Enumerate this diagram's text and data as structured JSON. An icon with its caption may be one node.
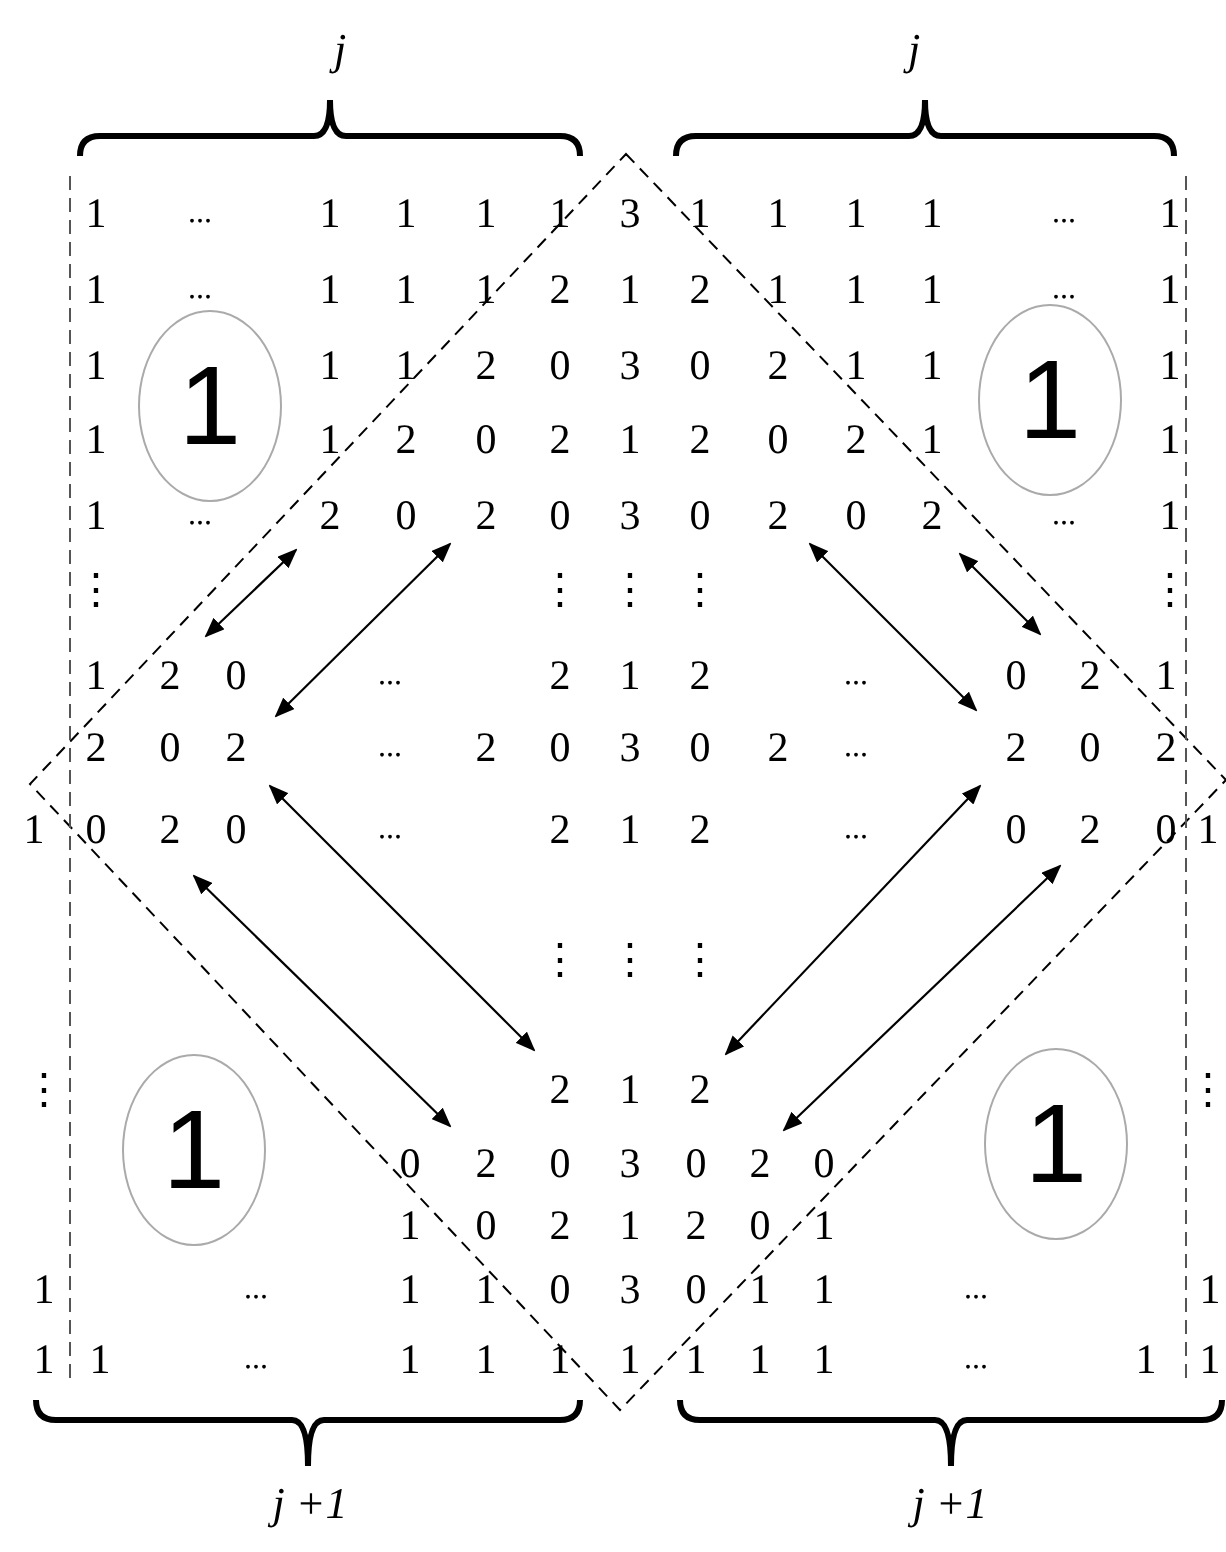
{
  "diagram": {
    "nodes": [
      {
        "text": [
          "1"
        ]
      },
      {
        "text": [
          "1"
        ]
      },
      {
        "text": [
          "1"
        ]
      },
      {
        "text": [
          "1"
        ]
      }
    ],
    "labels": [
      "j",
      "j",
      "1",
      "...",
      "1",
      "1",
      "1",
      "1",
      "3",
      "1",
      "1",
      "1",
      "1",
      "...",
      "1",
      "1",
      "...",
      "1",
      "1",
      "1",
      "2",
      "1",
      "2",
      "1",
      "1",
      "1",
      "...",
      "1",
      "1",
      "1",
      "1",
      "2",
      "0",
      "3",
      "0",
      "2",
      "1",
      "1",
      "1",
      "1",
      "1",
      "2",
      "0",
      "2",
      "1",
      "2",
      "0",
      "2",
      "1",
      "1",
      "1",
      "...",
      "2",
      "0",
      "2",
      "0",
      "3",
      "0",
      "2",
      "0",
      "2",
      "...",
      "1",
      "⋮",
      "⋮",
      "⋮",
      "⋮",
      "⋮",
      "1",
      "2",
      "0",
      "...",
      "2",
      "1",
      "2",
      "...",
      "0",
      "2",
      "1",
      "2",
      "0",
      "2",
      "...",
      "2",
      "0",
      "3",
      "0",
      "2",
      "...",
      "2",
      "0",
      "2",
      "1",
      "0",
      "2",
      "0",
      "...",
      "2",
      "1",
      "2",
      "...",
      "0",
      "2",
      "0",
      "1",
      "⋮",
      "⋮",
      "⋮",
      "⋮",
      "2",
      "1",
      "2",
      "⋮",
      "0",
      "2",
      "0",
      "3",
      "0",
      "2",
      "0",
      "1",
      "0",
      "2",
      "1",
      "2",
      "0",
      "1",
      "1",
      "...",
      "1",
      "1",
      "0",
      "3",
      "0",
      "1",
      "1",
      "...",
      "1",
      "1",
      "1",
      "...",
      "1",
      "1",
      "1",
      "1",
      "1",
      "1",
      "1",
      "...",
      "1",
      "1",
      "j +1",
      "j +1"
    ]
  }
}
